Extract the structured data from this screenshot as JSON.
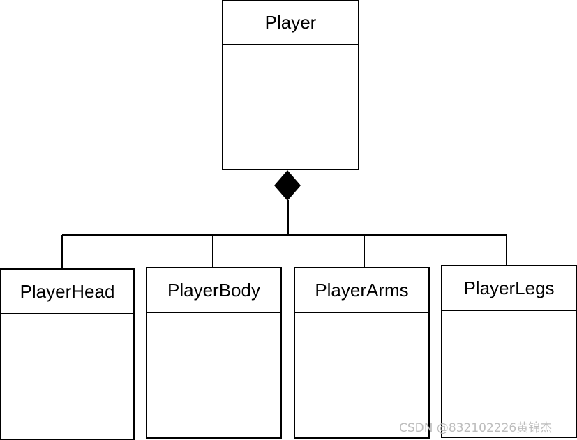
{
  "diagram": {
    "type": "uml-class-composition",
    "parent": {
      "name": "Player"
    },
    "children": [
      {
        "name": "PlayerHead"
      },
      {
        "name": "PlayerBody"
      },
      {
        "name": "PlayerArms"
      },
      {
        "name": "PlayerLegs"
      }
    ],
    "relationship": "composition",
    "line_color": "#000000",
    "box_fill": "#ffffff"
  },
  "watermark": {
    "text": "CSDN @832102226黄锦杰",
    "color": "#bdbdbd"
  }
}
